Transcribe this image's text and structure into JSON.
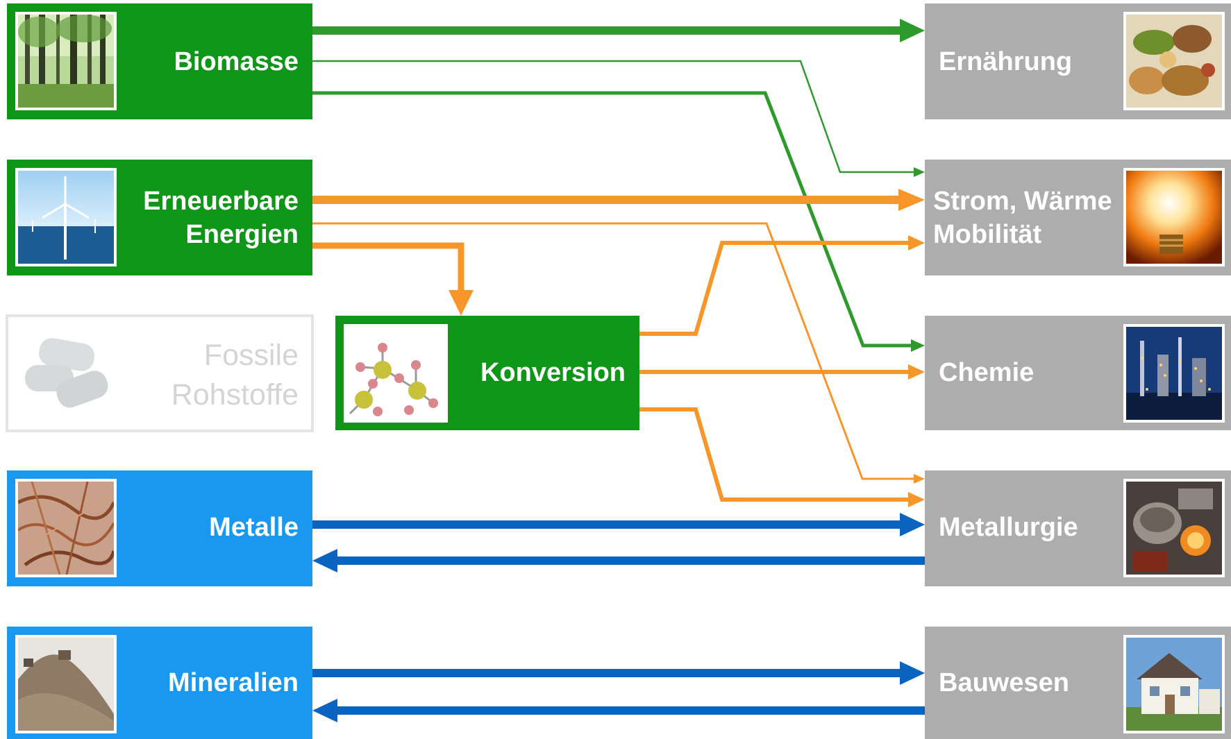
{
  "sources": {
    "biomasse": {
      "label": "Biomasse",
      "thumb_icon": "forest-photo"
    },
    "erneuerbare": {
      "line1": "Erneuerbare",
      "line2": "Energien",
      "thumb_icon": "wind-turbine-photo"
    },
    "fossile": {
      "line1": "Fossile",
      "line2": "Rohstoffe",
      "thumb_icon": "coal-briquettes-photo"
    },
    "metalle": {
      "label": "Metalle",
      "thumb_icon": "scrap-metal-photo"
    },
    "mineralien": {
      "label": "Mineralien",
      "thumb_icon": "gravel-pile-photo"
    }
  },
  "konversion": {
    "label": "Konversion",
    "thumb_icon": "molecule-icon"
  },
  "targets": {
    "ernaehrung": {
      "label": "Ernährung",
      "thumb_icon": "food-photo"
    },
    "strom": {
      "line1": "Strom, Wärme",
      "line2": "Mobilität",
      "thumb_icon": "light-bulb-photo"
    },
    "chemie": {
      "label": "Chemie",
      "thumb_icon": "refinery-photo"
    },
    "metallurgie": {
      "label": "Metallurgie",
      "thumb_icon": "steel-furnace-photo"
    },
    "bauwesen": {
      "label": "Bauwesen",
      "thumb_icon": "house-photo"
    }
  },
  "colors": {
    "renewable_green": "#0f9517",
    "mineral_blue": "#1a98f0",
    "target_grey": "#adadad",
    "arrow_green": "#2e9a2c",
    "arrow_orange": "#f7962a",
    "arrow_blue": "#0a63bf"
  }
}
